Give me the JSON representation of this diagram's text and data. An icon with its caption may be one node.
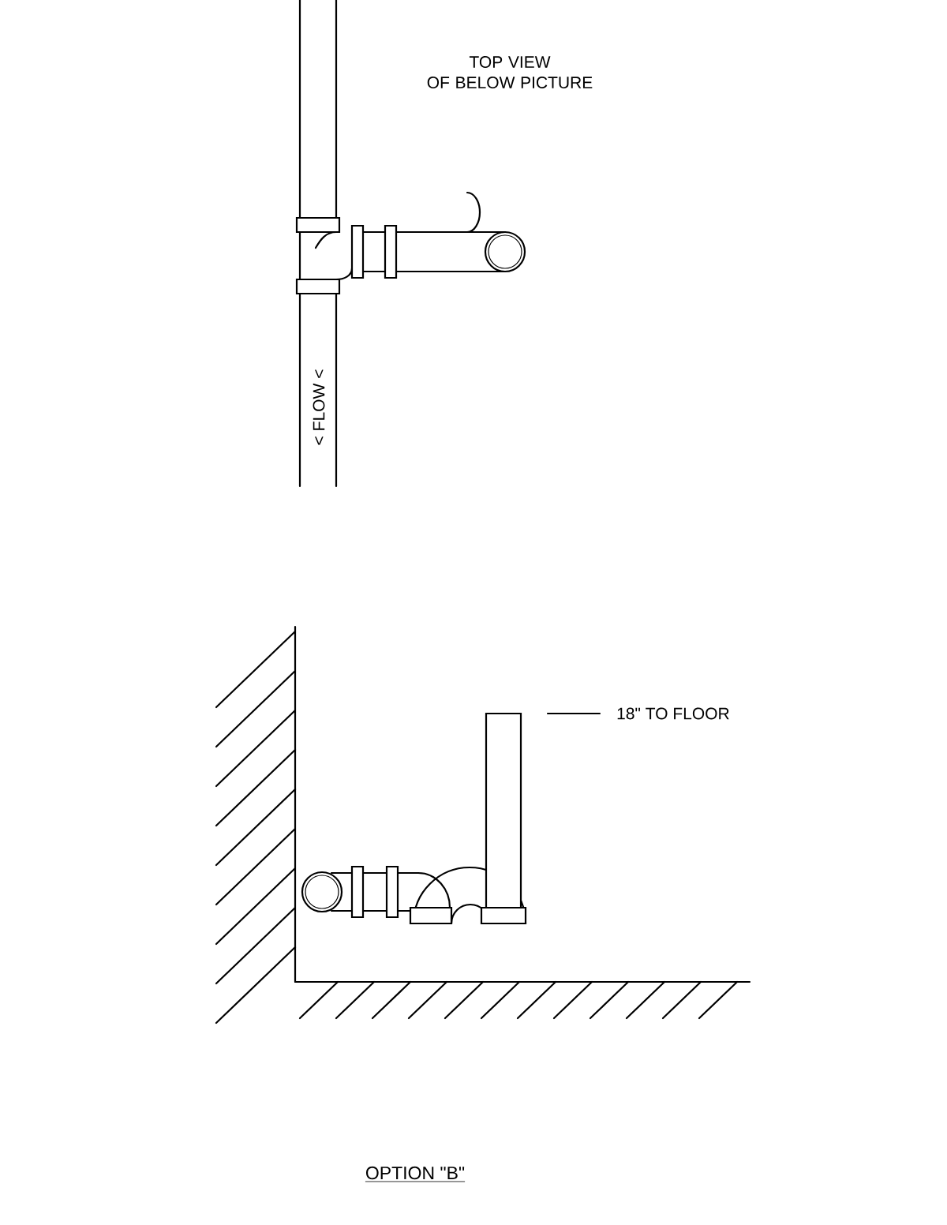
{
  "diagram": {
    "caption": "OPTION \"B\"",
    "labels": [
      "TOP VIEW OF BELOW PICTURE",
      "< FLOW <",
      "18\" TO FLOOR"
    ]
  }
}
